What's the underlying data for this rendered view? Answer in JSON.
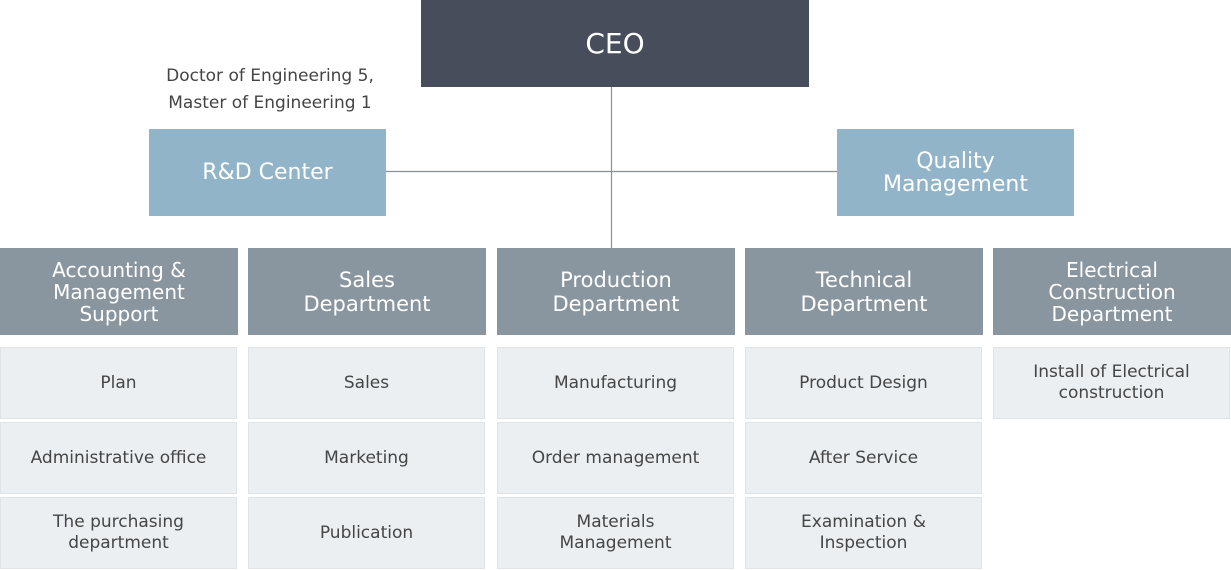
{
  "ceo": {
    "label": "CEO"
  },
  "rnd": {
    "label": "R&D Center",
    "note": "Doctor of Engineering 5,\nMaster of Engineering 1"
  },
  "quality": {
    "label": "Quality\nManagement"
  },
  "departments": [
    {
      "label": "Accounting &\nManagement\nSupport",
      "tasks": [
        "Plan",
        "Administrative office",
        "The purchasing\ndepartment"
      ]
    },
    {
      "label": "Sales\nDepartment",
      "tasks": [
        "Sales",
        "Marketing",
        "Publication"
      ]
    },
    {
      "label": "Production\nDepartment",
      "tasks": [
        "Manufacturing",
        "Order management",
        "Materials\nManagement"
      ]
    },
    {
      "label": "Technical\nDepartment",
      "tasks": [
        "Product Design",
        "After Service",
        "Examination &\nInspection"
      ]
    },
    {
      "label": "Electrical\nConstruction\nDepartment",
      "tasks": [
        "Install of Electrical\nconstruction"
      ]
    }
  ],
  "colors": {
    "ceo": "#474d5a",
    "sub_unit": "#92b4c8",
    "department": "#8a969f",
    "task": "#ebeff2",
    "connector": "#8a8f95"
  }
}
